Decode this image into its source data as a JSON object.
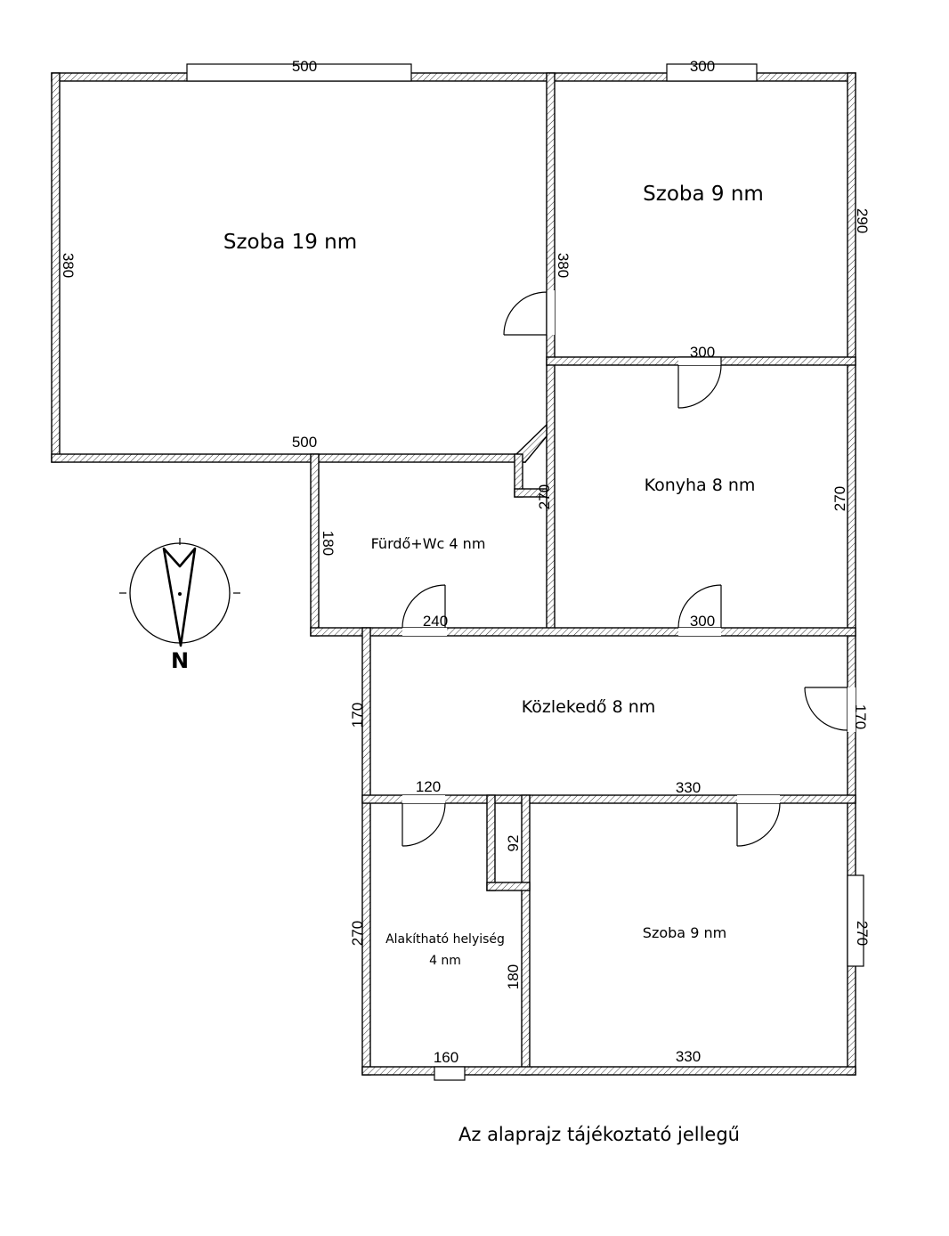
{
  "rooms": {
    "szoba19": "Szoba 19 nm",
    "szoba9_top": "Szoba 9 nm",
    "konyha": "Konyha 8 nm",
    "furdo": "Fürdő+Wc 4 nm",
    "kozlekedo": "Közlekedő 8 nm",
    "alakithato_1": "Alakítható helyiség",
    "alakithato_2": "4 nm",
    "szoba9_bottom": "Szoba 9 nm"
  },
  "dimensions": {
    "top_left_500": "500",
    "top_right_300": "300",
    "left_380": "380",
    "mid_380": "380",
    "right_290": "290",
    "konyha_top_300": "300",
    "szoba19_bottom_500": "500",
    "shaft_270": "270",
    "konyha_right_270": "270",
    "furdo_left_180": "180",
    "furdo_bottom_240": "240",
    "konyha_bottom_300": "300",
    "kozl_left_170": "170",
    "kozl_right_170": "170",
    "alak_top_120": "120",
    "szoba_top_330": "330",
    "duct_92": "92",
    "alak_left_270": "270",
    "alak_right_180": "180",
    "szoba_right_270": "270",
    "alak_bottom_160": "160",
    "szoba_bottom_330": "330"
  },
  "compass": {
    "north_label": "N"
  },
  "note": "Az alaprajz tájékoztató jellegű"
}
